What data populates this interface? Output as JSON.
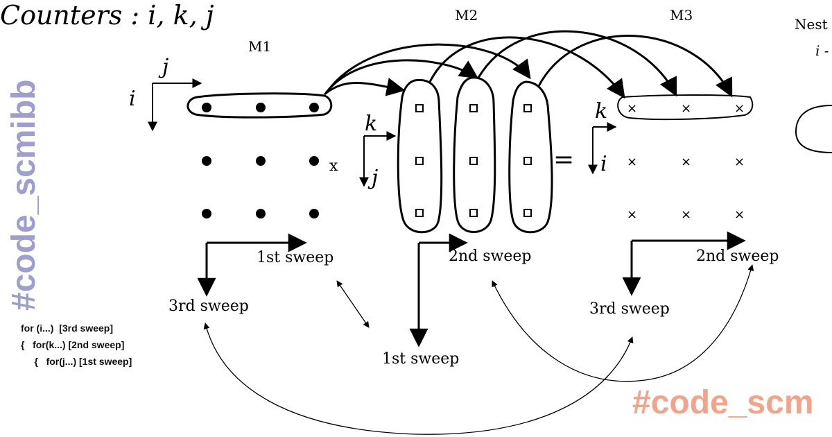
{
  "title": "Counters : i, k, j",
  "matrices": {
    "m1": "M1",
    "m2": "M2",
    "m3": "M3"
  },
  "times_sign": "x",
  "equals_sign": "=",
  "axes": {
    "m1": {
      "horizontal": "j",
      "vertical": "i"
    },
    "m2": {
      "horizontal": "k",
      "vertical": "j"
    },
    "m3": {
      "horizontal": "k",
      "vertical": "i"
    }
  },
  "sweeps": {
    "m1_first": "1st sweep",
    "m1_third": "3rd sweep",
    "m2_second": "2nd sweep",
    "m2_first": "1st sweep",
    "m3_second": "2nd sweep",
    "m3_third": "3rd sweep"
  },
  "cut_text": {
    "nest": "Nest",
    "i_dash": "i -"
  },
  "code": [
    "for (i...)  [3rd sweep]",
    "{   for(k...) [2nd sweep]",
    "     {   for(j...) [1st sweep]"
  ],
  "watermarks": {
    "vertical": "#code_scmibb",
    "bottom": "#code_scm"
  },
  "colors": {
    "ink": "#000000",
    "watermark_vertical": "#9c9fcf",
    "watermark_bottom": "#f2a48a"
  }
}
